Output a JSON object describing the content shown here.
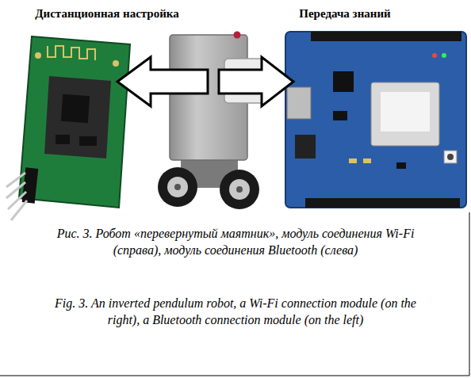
{
  "diagram": {
    "caption": "Рис. 3. Робот «перевернутый маятник», модуль соединения Wi-Fi (справа), модуль соединения Bluetooth (слева)",
    "labels": [
      "Дистанционная настройка",
      "Передача знаний",
      "Fig. 3. An inverted pendulum robot, a Wi-Fi connection module (on the right), a Bluetooth connection module (on the left)"
    ]
  }
}
